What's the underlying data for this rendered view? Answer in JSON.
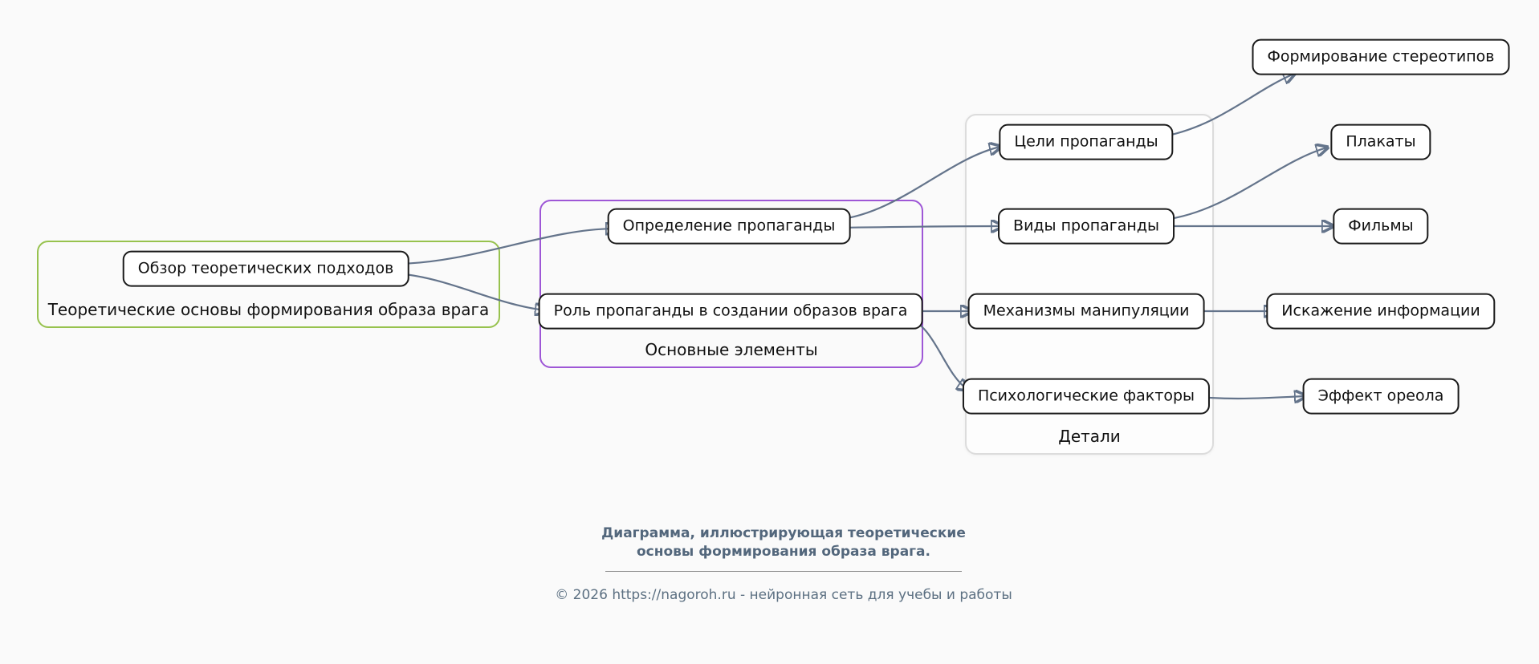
{
  "page": {
    "background_color": "#fafafa"
  },
  "diagram": {
    "edge_color": "#64748b",
    "node_border_color": "#1a1a1a",
    "groups": [
      {
        "id": "theory",
        "label": "Теоретические основы формирования образа врага",
        "border_color": "#97c24e"
      },
      {
        "id": "core",
        "label": "Основные элементы",
        "border_color": "#9e57d6"
      },
      {
        "id": "details",
        "label": "Детали",
        "border_color": "#dcdcdc"
      }
    ],
    "nodes": [
      {
        "id": "obzor",
        "label": "Обзор теоретических подходов"
      },
      {
        "id": "opredelenie",
        "label": "Определение пропаганды"
      },
      {
        "id": "rol",
        "label": "Роль пропаганды в создании образов врага"
      },
      {
        "id": "celi",
        "label": "Цели пропаганды"
      },
      {
        "id": "vidy",
        "label": "Виды пропаганды"
      },
      {
        "id": "mekhanizmy",
        "label": "Механизмы манипуляции"
      },
      {
        "id": "psikhfaktory",
        "label": "Психологические факторы"
      },
      {
        "id": "stereotipy",
        "label": "Формирование стереотипов"
      },
      {
        "id": "plakaty",
        "label": "Плакаты"
      },
      {
        "id": "filmy",
        "label": "Фильмы"
      },
      {
        "id": "iskazhenie",
        "label": "Искажение информации"
      },
      {
        "id": "oreol",
        "label": "Эффект ореола"
      }
    ],
    "edges": [
      {
        "from": "obzor",
        "to": "opredelenie"
      },
      {
        "from": "obzor",
        "to": "rol"
      },
      {
        "from": "opredelenie",
        "to": "celi"
      },
      {
        "from": "opredelenie",
        "to": "vidy"
      },
      {
        "from": "rol",
        "to": "mekhanizmy"
      },
      {
        "from": "rol",
        "to": "psikhfaktory"
      },
      {
        "from": "celi",
        "to": "stereotipy"
      },
      {
        "from": "vidy",
        "to": "plakaty"
      },
      {
        "from": "vidy",
        "to": "filmy"
      },
      {
        "from": "mekhanizmy",
        "to": "iskazhenie"
      },
      {
        "from": "psikhfaktory",
        "to": "oreol"
      }
    ]
  },
  "footer": {
    "caption_line1": "Диаграмма, иллюстрирующая теоретические",
    "caption_line2": "основы формирования образа врага.",
    "caption_color": "#53677c",
    "copyright": "© 2026 https://nagoroh.ru - нейронная сеть для учебы и работы"
  }
}
